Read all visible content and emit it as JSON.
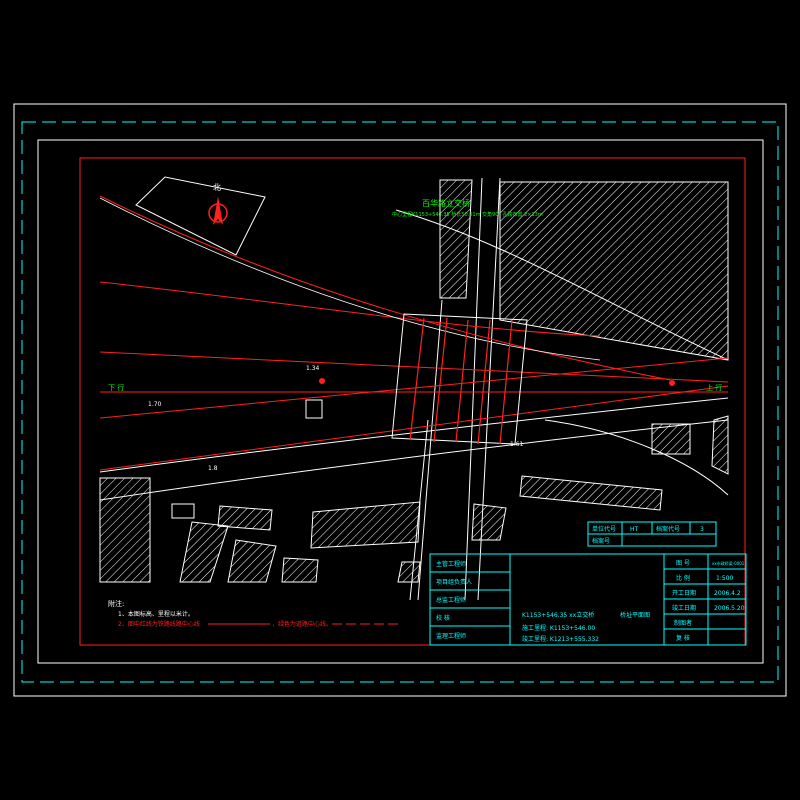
{
  "colors": {
    "background": "#000000",
    "frame": "#ffffff",
    "dash_frame": "#00ffff",
    "red": "#ff2020",
    "green": "#00ff00",
    "cyan": "#00ffff",
    "yellow": "#ffff00",
    "hatch": "#ffffff"
  },
  "north": {
    "label": "北"
  },
  "bridge": {
    "title": "百华路立交桥",
    "subtitle": "中心里程K1153+546.35 桥长50.01m 交角90° 孔跨布置 2×13m"
  },
  "roads": {
    "left_marker": "下 行",
    "right_marker": "上 行",
    "labels": [
      "1.34",
      "1.70",
      "1.8",
      "1.61"
    ]
  },
  "notes": {
    "heading": "附注:",
    "line1": "1、本图标高、里程以米计。",
    "line2": "2、图中红线为铁路线路中心线",
    "line2_tail": "，绿色为道路中心线。"
  },
  "code_box": {
    "label1": "单位代号",
    "value1": "HT",
    "label2": "档案代号",
    "value2": "3",
    "label3": "档案号"
  },
  "signatures": [
    "主管工程师",
    "项目组负责人",
    "总监工程师",
    "校 核",
    "监理工程师"
  ],
  "title_block": {
    "project": "K1153+546.35  xx立交桥",
    "drawing": "桥址平面图",
    "start": "施工里程: K1153+546.00",
    "end": "竣工里程: K1213+555.332"
  },
  "info_rows": [
    {
      "label": "图 号",
      "value": "xx市政桥梁-0001"
    },
    {
      "label": "比 例",
      "value": "1:500"
    },
    {
      "label": "开工日期",
      "value": "2006.4.2"
    },
    {
      "label": "竣工日期",
      "value": "2006.5.20"
    },
    {
      "label": "制图者",
      "value": ""
    },
    {
      "label": "复 核",
      "value": ""
    }
  ]
}
